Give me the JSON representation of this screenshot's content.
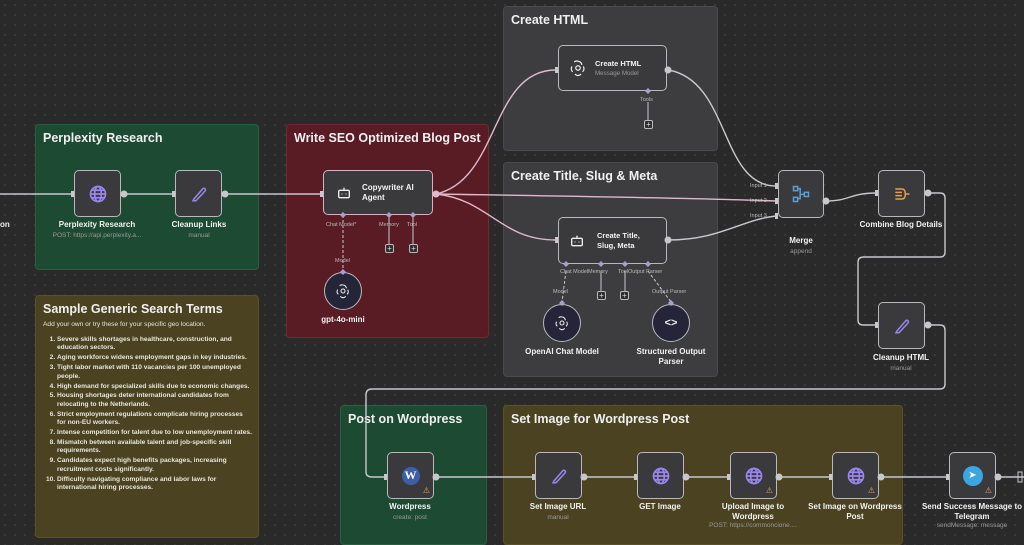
{
  "canvas": {
    "background": "#2a2a2b"
  },
  "left_cut_label": "on",
  "groups": {
    "perplexity": {
      "title": "Perplexity Research",
      "color": "#1d4a32"
    },
    "seo": {
      "title": "Write SEO Optimized Blog Post",
      "color": "#5a1c24"
    },
    "create_html": {
      "title": "Create HTML",
      "color": "#3d3d3f"
    },
    "title_slug": {
      "title": "Create Title, Slug & Meta",
      "color": "#3d3d3f"
    },
    "post_wp": {
      "title": "Post on Wordpress",
      "color": "#1d4a32"
    },
    "set_image": {
      "title": "Set Image for Wordpress Post",
      "color": "#4a4221"
    },
    "sample_terms": {
      "title": "Sample Generic Search Terms",
      "intro": "Add your own or try these for your specific geo location.",
      "items": [
        "Severe skills shortages in healthcare, construction, and education sectors.",
        "Aging workforce widens employment gaps in key industries.",
        "Tight labor market with 110 vacancies per 100 unemployed people.",
        "High demand for specialized skills due to economic changes.",
        "Housing shortages deter international candidates from relocating to the Netherlands.",
        "Strict employment regulations complicate hiring processes for non-EU workers.",
        "Intense competition for talent due to low unemployment rates.",
        "Mismatch between available talent and job-specific skill requirements.",
        "Candidates expect high benefits packages, increasing recruitment costs significantly.",
        "Difficulty navigating compliance and labor laws for international hiring processes."
      ]
    }
  },
  "nodes": {
    "perplexity_research": {
      "label": "Perplexity Research",
      "sub": "POST: https://api.perplexity.a...",
      "icon": "globe-icon"
    },
    "cleanup_links": {
      "label": "Cleanup Links",
      "sub": "manual",
      "icon": "pencil-icon"
    },
    "copywriter": {
      "label": "Copywriter AI Agent",
      "icon": "robot-icon",
      "ports": [
        "Chat Model*",
        "Memory",
        "Tool"
      ]
    },
    "gpt4omini": {
      "label": "gpt-4o-mini",
      "port": "Model",
      "icon": "openai-icon"
    },
    "create_html": {
      "label": "Create HTML",
      "sub": "Message Model",
      "port": "Tools",
      "icon": "openai-icon"
    },
    "create_title": {
      "label": "Create Title, Slug, Meta",
      "icon": "robot-icon",
      "ports": [
        "Chat Model",
        "Memory",
        "Tool",
        "Output Parser"
      ]
    },
    "openai_chat": {
      "label": "OpenAI Chat Model",
      "port": "Model",
      "icon": "openai-icon"
    },
    "structured_parser": {
      "label": "Structured Output Parser",
      "port": "Output Parser",
      "icon": "code-brackets-icon"
    },
    "merge": {
      "label": "Merge",
      "sub": "append",
      "inputs": [
        "Input 1",
        "Input 2",
        "Input 3"
      ],
      "icon": "merge-icon"
    },
    "combine": {
      "label": "Combine Blog Details",
      "icon": "aggregate-icon"
    },
    "cleanup_html": {
      "label": "Cleanup HTML",
      "sub": "manual",
      "icon": "pencil-icon"
    },
    "wordpress": {
      "label": "Wordpress",
      "sub": "create: post",
      "icon": "wordpress-icon"
    },
    "set_image_url": {
      "label": "Set Image URL",
      "sub": "manual",
      "icon": "pencil-icon"
    },
    "get_image": {
      "label": "GET Image",
      "icon": "globe-icon"
    },
    "upload_image": {
      "label": "Upload Image to Wordpress",
      "sub": "POST: https://commoncione....",
      "icon": "globe-icon"
    },
    "set_image_wp": {
      "label": "Set Image on Wordpress Post",
      "icon": "globe-icon"
    },
    "telegram": {
      "label": "Send Success Message to Telegram",
      "sub": "sendMessage: message",
      "icon": "telegram-icon"
    }
  }
}
